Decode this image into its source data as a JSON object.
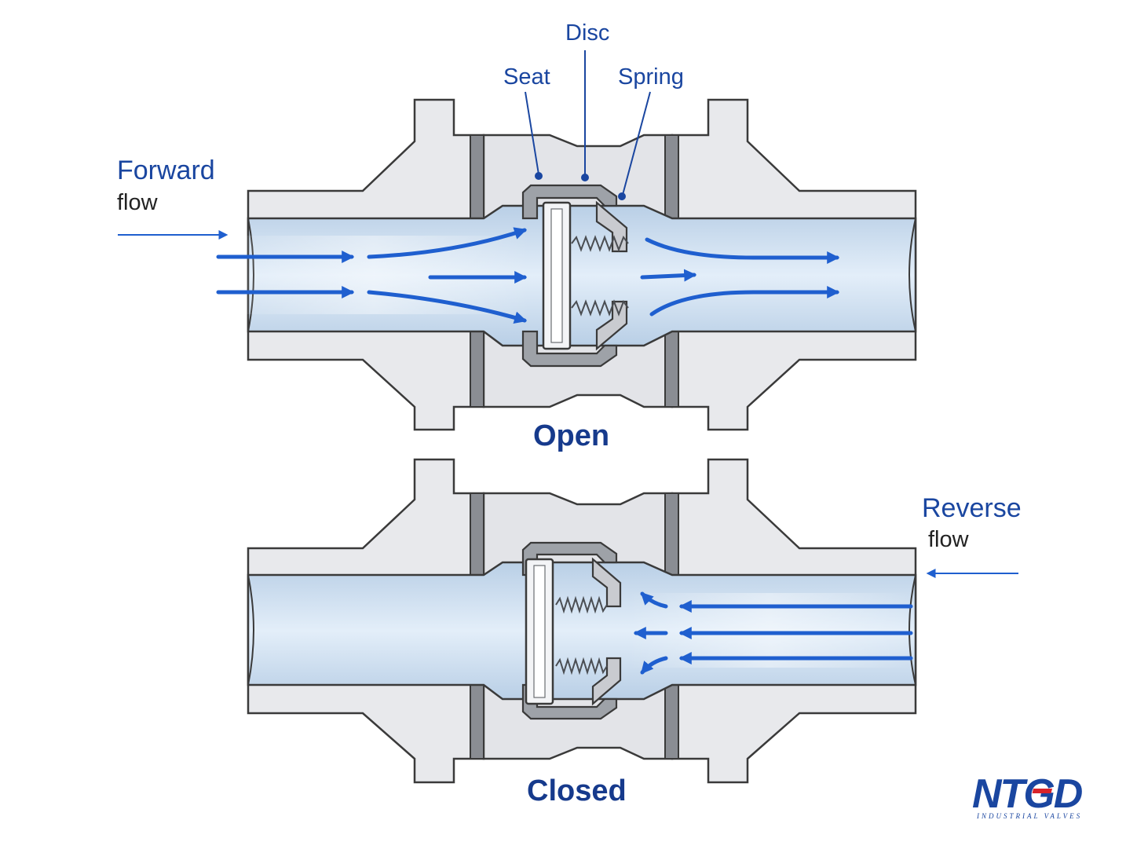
{
  "callouts": {
    "disc": "Disc",
    "seat": "Seat",
    "spring": "Spring"
  },
  "forward": {
    "title": "Forward",
    "sub": "flow"
  },
  "reverse": {
    "title": "Reverse",
    "sub": "flow"
  },
  "states": {
    "open": "Open",
    "closed": "Closed"
  },
  "logo": {
    "mark": "NTGD",
    "tagline": "INDUSTRIAL VALVES"
  },
  "colors": {
    "label_blue": "#1a46a0",
    "arrow_blue": "#1f5fcf",
    "body_gray": "#e7e8eb",
    "outline": "#3a3a3a",
    "fluid": "#cfe0f2",
    "logo_red": "#d8232a"
  }
}
